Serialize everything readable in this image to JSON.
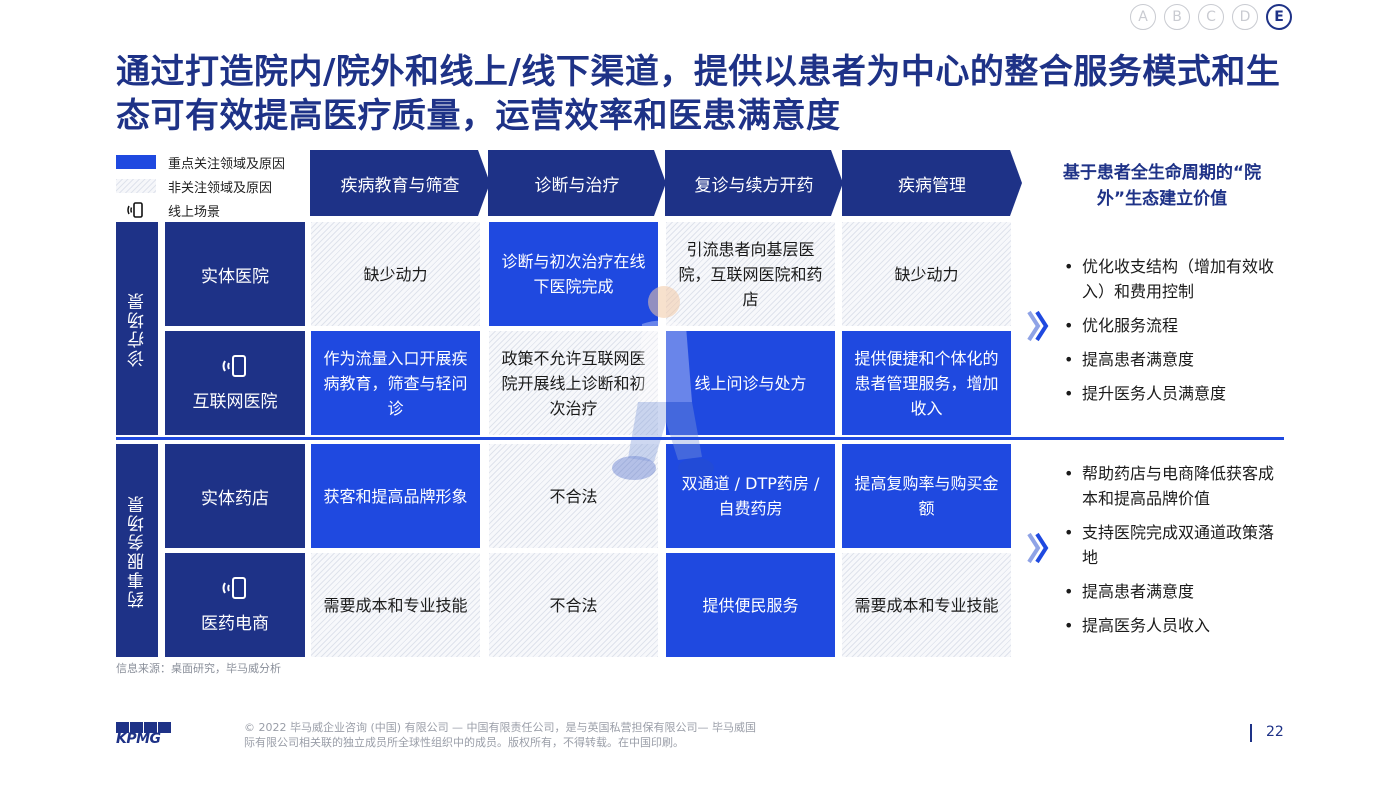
{
  "nav": {
    "letters": [
      "A",
      "B",
      "C",
      "D",
      "E"
    ],
    "active": "E"
  },
  "title": "通过打造院内/院外和线上/线下渠道，提供以患者为中心的整合服务模式和生态可有效提高医疗质量，运营效率和医患满意度",
  "legend": {
    "focus": "重点关注领域及原因",
    "non_focus": "非关注领域及原因",
    "online": "线上场景"
  },
  "columns": [
    "疾病教育与筛查",
    "诊断与治疗",
    "复诊与续方开药",
    "疾病管理"
  ],
  "groups": {
    "clinical": "诊疗场景",
    "pharmacy": "药事服务场景"
  },
  "rows": [
    {
      "label": "实体医院",
      "online": false,
      "cells": [
        {
          "text": "缺少动力",
          "focus": false
        },
        {
          "text": "诊断与初次治疗在线下医院完成",
          "focus": true
        },
        {
          "text": "引流患者向基层医院，互联网医院和药店",
          "focus": false
        },
        {
          "text": "缺少动力",
          "focus": false
        }
      ]
    },
    {
      "label": "互联网医院",
      "online": true,
      "cells": [
        {
          "text": "作为流量入口开展疾病教育，筛查与轻问诊",
          "focus": true
        },
        {
          "text": "政策不允许互联网医院开展线上诊断和初次治疗",
          "focus": false
        },
        {
          "text": "线上问诊与处方",
          "focus": true
        },
        {
          "text": "提供便捷和个体化的患者管理服务，增加收入",
          "focus": true
        }
      ]
    },
    {
      "label": "实体药店",
      "online": false,
      "cells": [
        {
          "text": "获客和提高品牌形象",
          "focus": true
        },
        {
          "text": "不合法",
          "focus": false
        },
        {
          "text": "双通道 / DTP药房 / 自费药房",
          "focus": true
        },
        {
          "text": "提高复购率与购买金额",
          "focus": true
        }
      ]
    },
    {
      "label": "医药电商",
      "online": true,
      "cells": [
        {
          "text": "需要成本和专业技能",
          "focus": false
        },
        {
          "text": "不合法",
          "focus": false
        },
        {
          "text": "提供便民服务",
          "focus": true
        },
        {
          "text": "需要成本和专业技能",
          "focus": false
        }
      ]
    }
  ],
  "right": {
    "title": "基于患者全生命周期的“院外”生态建立价值",
    "clinical_bullets": [
      "优化收支结构（增加有效收入）和费用控制",
      "优化服务流程",
      "提高患者满意度",
      "提升医务人员满意度"
    ],
    "pharmacy_bullets": [
      "帮助药店与电商降低获客成本和提高品牌价值",
      "支持医院完成双通道政策落地",
      "提高患者满意度",
      "提高医务人员收入"
    ]
  },
  "source": "信息来源：桌面研究，毕马威分析",
  "footer": "© 2022 毕马威企业咨询 (中国) 有限公司 — 中国有限责任公司，是与英国私营担保有限公司— 毕马威国际有限公司相关联的独立成员所全球性组织中的成员。版权所有，不得转载。在中国印刷。",
  "logo": "KPMG",
  "page_number": "22",
  "colors": {
    "navy": "#1e3287",
    "focus_blue": "#1f49e0"
  }
}
